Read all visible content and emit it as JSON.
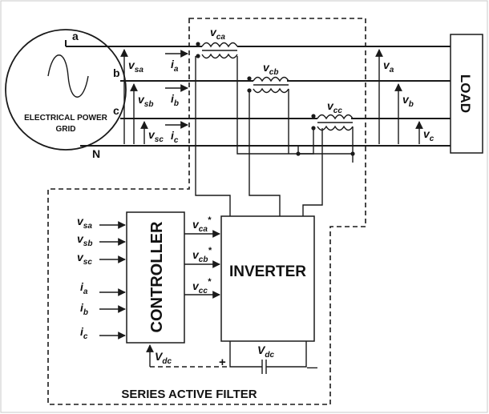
{
  "grid": {
    "line1": "ELECTRICAL POWER",
    "line2": "GRID"
  },
  "phases": {
    "a": "a",
    "b": "b",
    "c": "c",
    "n": "N"
  },
  "source_voltages": [
    {
      "sym": "v",
      "sub": "sa"
    },
    {
      "sym": "v",
      "sub": "sb"
    },
    {
      "sym": "v",
      "sub": "sc"
    }
  ],
  "line_currents": [
    {
      "sym": "i",
      "sub": "a"
    },
    {
      "sym": "i",
      "sub": "b"
    },
    {
      "sym": "i",
      "sub": "c"
    }
  ],
  "injected_voltages": [
    {
      "sym": "v",
      "sub": "ca"
    },
    {
      "sym": "v",
      "sub": "cb"
    },
    {
      "sym": "v",
      "sub": "cc"
    }
  ],
  "load_voltages": [
    {
      "sym": "v",
      "sub": "a"
    },
    {
      "sym": "v",
      "sub": "b"
    },
    {
      "sym": "v",
      "sub": "c"
    }
  ],
  "load": {
    "label": "LOAD"
  },
  "controller": {
    "label": "CONTROLLER",
    "inputs": [
      {
        "sym": "v",
        "sub": "sa"
      },
      {
        "sym": "v",
        "sub": "sb"
      },
      {
        "sym": "v",
        "sub": "sc"
      },
      {
        "sym": "i",
        "sub": "a"
      },
      {
        "sym": "i",
        "sub": "b"
      },
      {
        "sym": "i",
        "sub": "c"
      }
    ],
    "outputs": [
      {
        "sym": "v",
        "sub": "ca",
        "sup": "*"
      },
      {
        "sym": "v",
        "sub": "cb",
        "sup": "*"
      },
      {
        "sym": "v",
        "sub": "cc",
        "sup": "*"
      }
    ],
    "feedback": {
      "sym": "V",
      "sub": "dc"
    }
  },
  "inverter": {
    "label": "INVERTER"
  },
  "dc_link": {
    "sym": "V",
    "sub": "dc",
    "plus": "+",
    "minus": "—"
  },
  "filter": {
    "label": "SERIES ACTIVE FILTER"
  }
}
